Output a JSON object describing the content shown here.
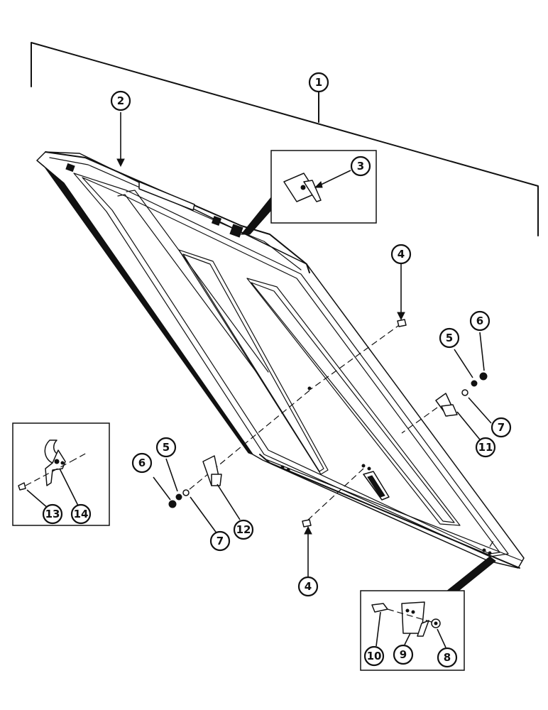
{
  "diagram": {
    "callouts": [
      {
        "id": "c1",
        "label": "1"
      },
      {
        "id": "c2",
        "label": "2"
      },
      {
        "id": "c3",
        "label": "3"
      },
      {
        "id": "c4a",
        "label": "4"
      },
      {
        "id": "c4b",
        "label": "4"
      },
      {
        "id": "c5a",
        "label": "5"
      },
      {
        "id": "c5b",
        "label": "5"
      },
      {
        "id": "c6a",
        "label": "6"
      },
      {
        "id": "c6b",
        "label": "6"
      },
      {
        "id": "c7a",
        "label": "7"
      },
      {
        "id": "c7b",
        "label": "7"
      },
      {
        "id": "c8",
        "label": "8"
      },
      {
        "id": "c9",
        "label": "9"
      },
      {
        "id": "c10",
        "label": "10"
      },
      {
        "id": "c11",
        "label": "11"
      },
      {
        "id": "c12",
        "label": "12"
      },
      {
        "id": "c13",
        "label": "13"
      },
      {
        "id": "c14",
        "label": "14"
      }
    ]
  }
}
